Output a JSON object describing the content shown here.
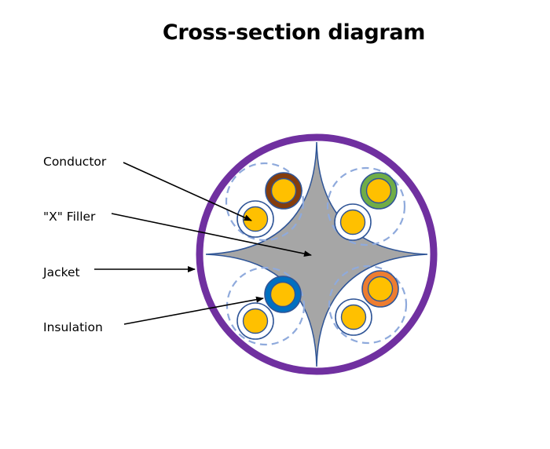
{
  "title": "Cross-section diagram",
  "labels": {
    "conductor": "Conductor",
    "filler": "\"X\" Filler",
    "jacket": "Jacket",
    "insulation": "Insulation"
  },
  "colors": {
    "jacket": "#7030a0",
    "conductor": "#ffc000",
    "outline": "#2f5597",
    "filler": "#a6a6a6",
    "shield_dash": "#8faadc",
    "arrow": "#000000"
  },
  "pairs": [
    {
      "position": "top-left",
      "color_name": "brown",
      "color": "#843c0c"
    },
    {
      "position": "top-right",
      "color_name": "green",
      "color": "#70ad47"
    },
    {
      "position": "bottom-left",
      "color_name": "blue",
      "color": "#0070c0"
    },
    {
      "position": "bottom-right",
      "color_name": "orange",
      "color": "#ed7d31"
    }
  ]
}
